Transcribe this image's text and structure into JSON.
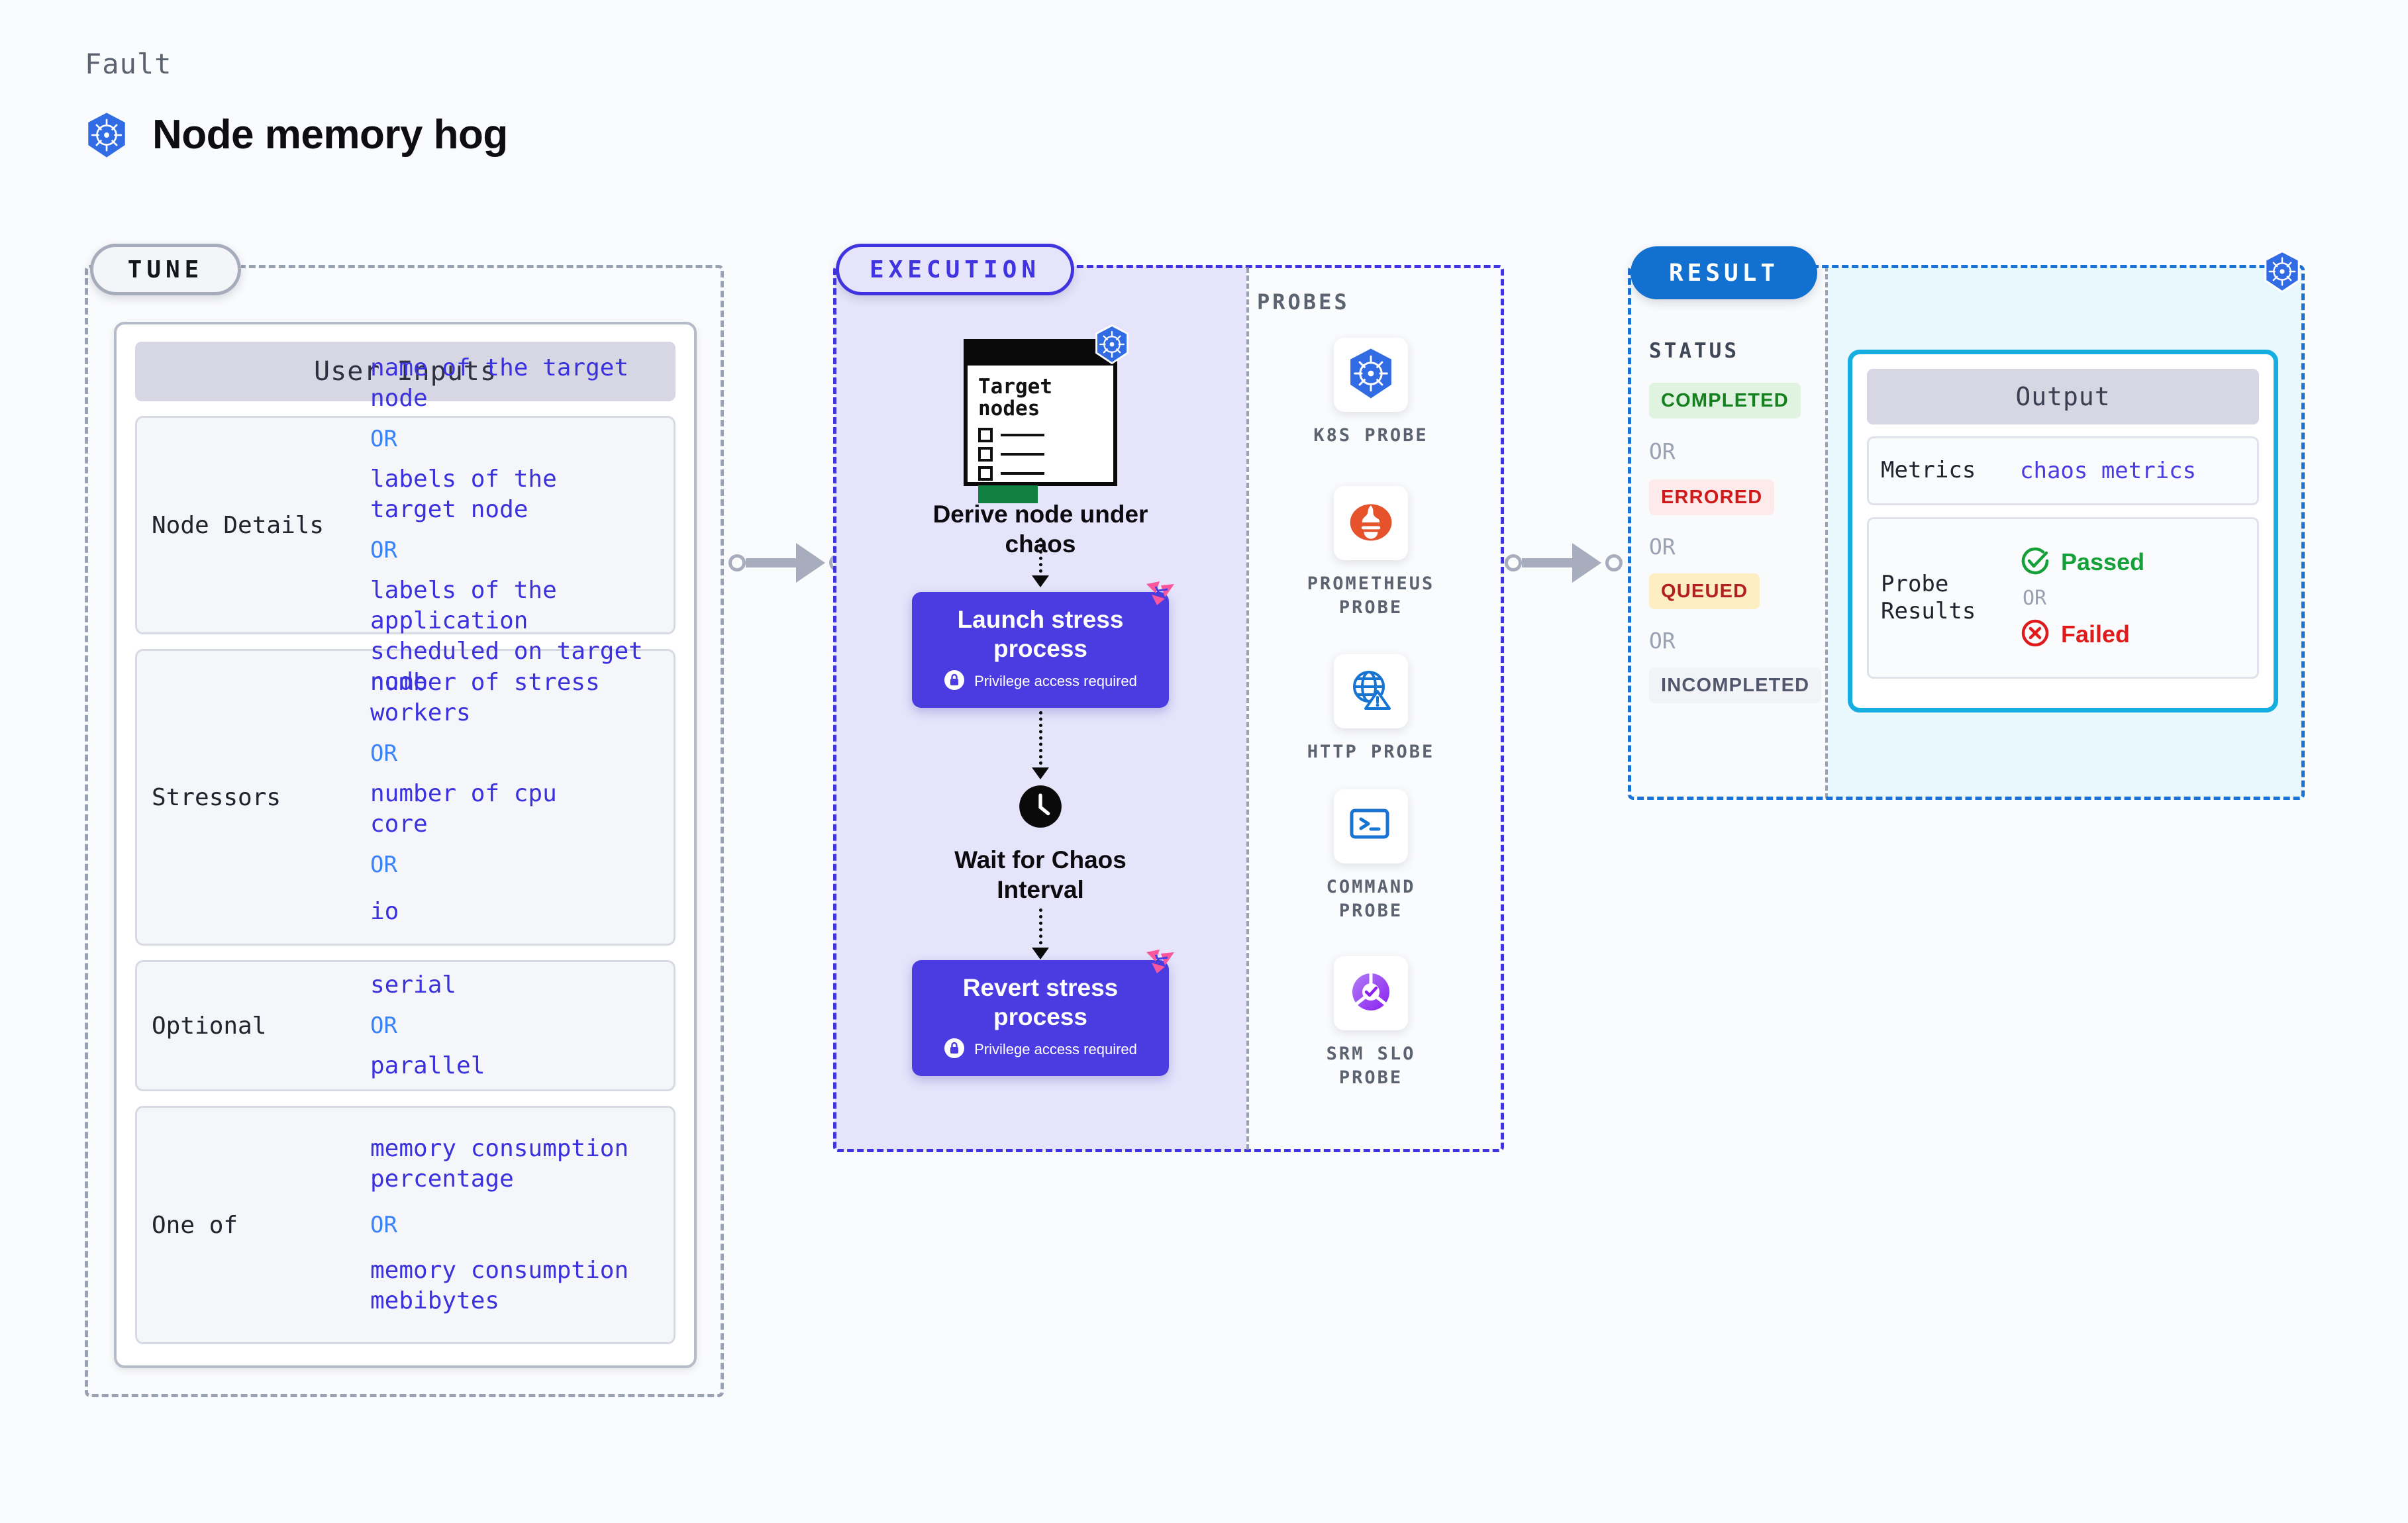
{
  "header": {
    "eyebrow": "Fault",
    "title": "Node memory hog",
    "icon": "kubernetes-icon"
  },
  "tune": {
    "pill_label": "TUNE",
    "card_title": "User Inputs",
    "groups": [
      {
        "key": "Node Details",
        "values": [
          "name of the target\nnode",
          "labels of the\ntarget node",
          "labels of the application\n scheduled on target node"
        ],
        "separator": "OR"
      },
      {
        "key": "Stressors",
        "values": [
          "number of stress\nworkers",
          "number of cpu\ncore",
          "io"
        ],
        "separator": "OR"
      },
      {
        "key": "Optional",
        "values": [
          "serial",
          "parallel"
        ],
        "separator": "OR"
      },
      {
        "key": "One of",
        "values": [
          "memory consumption\npercentage",
          "memory consumption\nmebibytes"
        ],
        "separator": "OR"
      }
    ]
  },
  "execution": {
    "pill_label": "EXECUTION",
    "steps": [
      {
        "type": "target-card",
        "card_title": "Target\nnodes",
        "caption": "Derive node under\nchaos",
        "icon": "kubernetes-icon"
      },
      {
        "type": "action",
        "title": "Launch stress\nprocess",
        "note": "Privilege access required",
        "note_icon": "lock-icon",
        "corner_icon": "litmus-icon"
      },
      {
        "type": "wait",
        "caption": "Wait for Chaos\nInterval",
        "icon": "clock-icon"
      },
      {
        "type": "action",
        "title": "Revert stress\nprocess",
        "note": "Privilege access required",
        "note_icon": "lock-icon",
        "corner_icon": "litmus-icon"
      }
    ]
  },
  "probes": {
    "title": "PROBES",
    "items": [
      {
        "label": "K8S PROBE",
        "icon": "kubernetes-icon"
      },
      {
        "label": "PROMETHEUS\nPROBE",
        "icon": "prometheus-icon"
      },
      {
        "label": "HTTP PROBE",
        "icon": "globe-warning-icon"
      },
      {
        "label": "COMMAND\nPROBE",
        "icon": "terminal-icon"
      },
      {
        "label": "SRM SLO\nPROBE",
        "icon": "srm-slo-icon"
      }
    ]
  },
  "result": {
    "pill_label": "RESULT",
    "status_title": "STATUS",
    "status_separator": "OR",
    "statuses": [
      {
        "label": "COMPLETED",
        "bg": "#dff3e0",
        "fg": "#15801f"
      },
      {
        "label": "ERRORED",
        "bg": "#fdeaea",
        "fg": "#d01919"
      },
      {
        "label": "QUEUED",
        "bg": "#fdeec3",
        "fg": "#b22020"
      },
      {
        "label": "INCOMPLETED",
        "bg": "#f2f3f7",
        "fg": "#50566b"
      }
    ],
    "corner_icon": "kubernetes-icon",
    "output": {
      "title": "Output",
      "metrics_key": "Metrics",
      "metrics_value": "chaos metrics",
      "probe_key": "Probe\nResults",
      "passed_label": "Passed",
      "failed_label": "Failed",
      "separator": "OR"
    }
  },
  "colors": {
    "execution_accent": "#4033e0",
    "result_accent": "#1270d0",
    "output_border": "#16aee0",
    "tune_border": "#9aa1b0",
    "input_value": "#3b32dd",
    "or_text": "#3b82f6"
  }
}
